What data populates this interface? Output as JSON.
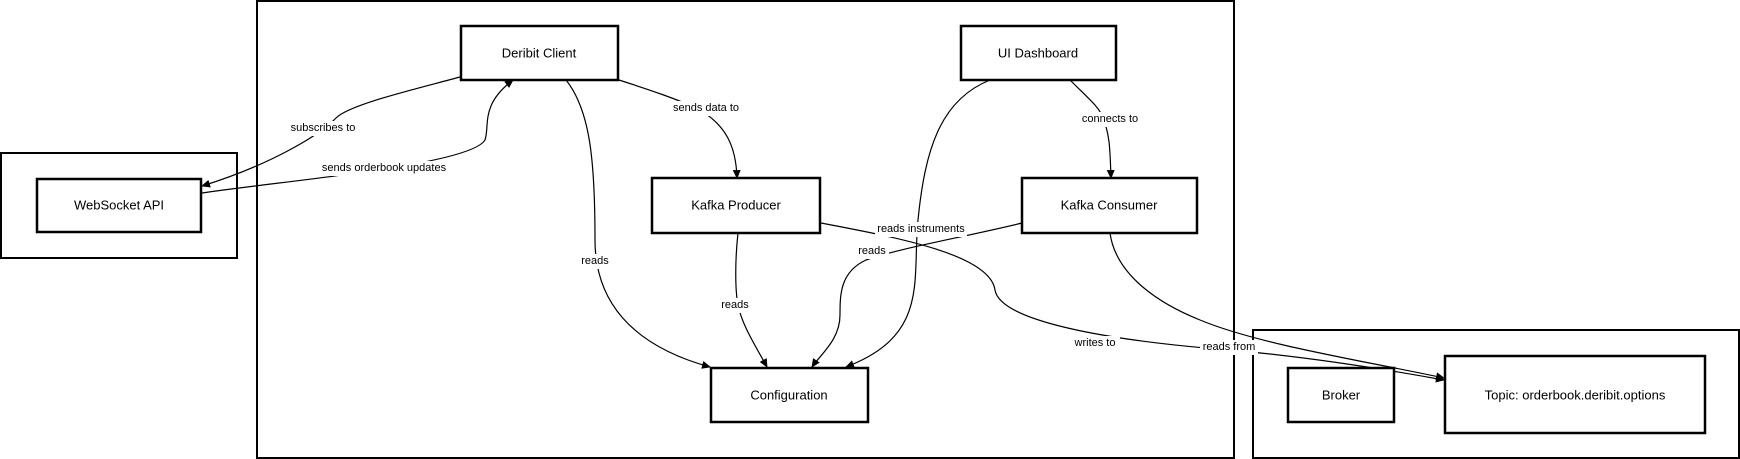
{
  "groups": {
    "external": "",
    "app": "",
    "kafka": ""
  },
  "nodes": {
    "websocket_api": "WebSocket API",
    "deribit_client": "Deribit Client",
    "kafka_producer": "Kafka Producer",
    "kafka_consumer": "Kafka Consumer",
    "ui_dashboard": "UI Dashboard",
    "configuration": "Configuration",
    "broker": "Broker",
    "topic": "Topic: orderbook.deribit.options"
  },
  "edges": {
    "subscribes_to": "subscribes to",
    "sends_orderbook_updates": "sends orderbook updates",
    "sends_data_to": "sends data to",
    "connects_to": "connects to",
    "client_reads": "reads",
    "producer_reads": "reads",
    "producer_reads_instruments": "reads instruments",
    "consumer_reads": "reads",
    "writes_to": "writes to",
    "reads_from": "reads from"
  },
  "colors": {
    "stroke": "#000000",
    "background": "#ffffff"
  }
}
